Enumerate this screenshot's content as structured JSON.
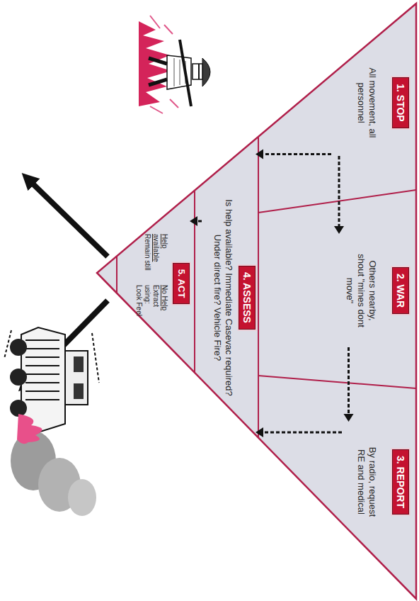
{
  "diagram": {
    "nodes": [
      {
        "text": [
          "1. STOP",
          "All movement, all personnel"
        ]
      },
      {
        "text": [
          "2. WAR",
          "Others nearby, shout \"mines dont move\""
        ]
      },
      {
        "text": [
          "3. REPORT",
          "By radio, request RE and medical"
        ]
      },
      {
        "text": [
          "4. ASSESS",
          "Is help available? Immediate Casevac required? Under direct fire? Vehicle Fire?"
        ]
      },
      {
        "text": [
          "5. ACT",
          "Help available",
          "Remain still",
          "No Help",
          "Extract using: Look Feel"
        ]
      }
    ],
    "edges": [
      {
        "from": 0,
        "to": 1,
        "arrow": "to"
      },
      {
        "from": 1,
        "to": 2,
        "arrow": "to"
      },
      {
        "from": 0,
        "to": 3,
        "arrow": "to"
      },
      {
        "from": 2,
        "to": 3,
        "arrow": "to"
      },
      {
        "from": 3,
        "to": 4,
        "arrow": "to"
      }
    ]
  }
}
